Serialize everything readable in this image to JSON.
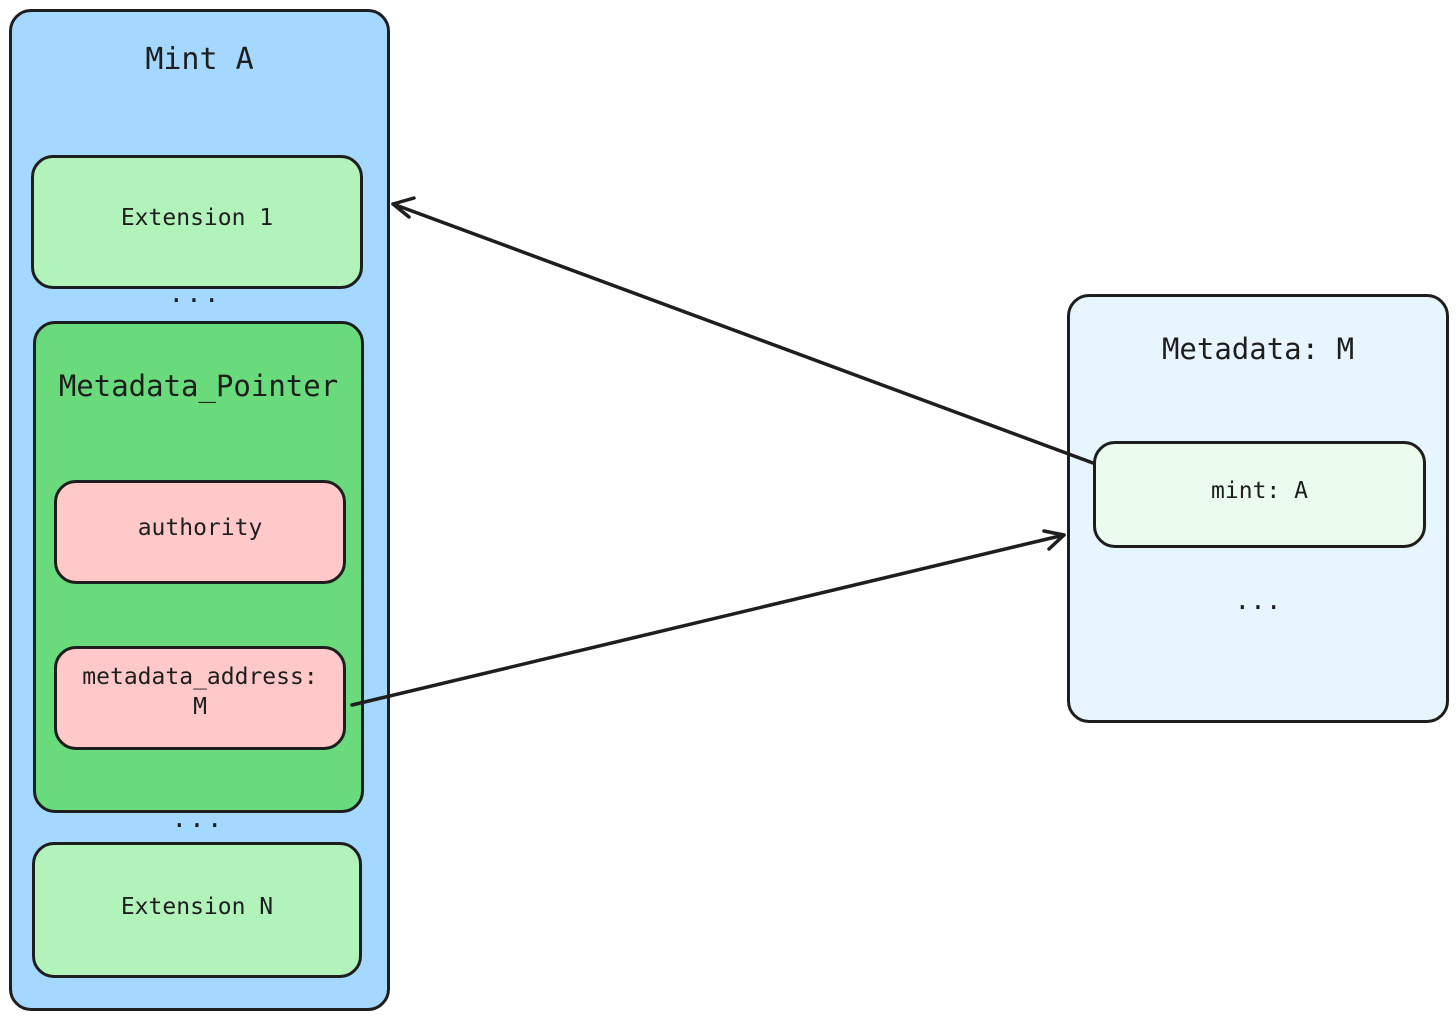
{
  "mint": {
    "title": "Mint A",
    "extension_first": "Extension 1",
    "ellipsis_top": "...",
    "metadata_pointer": {
      "title": "Metadata_Pointer",
      "authority": "authority",
      "metadata_address": "metadata_address:\nM"
    },
    "ellipsis_bottom": "...",
    "extension_last": "Extension N"
  },
  "metadata": {
    "title": "Metadata: M",
    "mint_field": "mint: A",
    "ellipsis": "..."
  },
  "colors": {
    "mint_container": "#a5d8ff",
    "extension": "#b2f2bb",
    "metadata_pointer": "#69db7c",
    "field": "#ffc9c9",
    "metadata_container": "#e7f5ff",
    "metadata_field": "#ebfbee",
    "stroke": "#1e1e1e"
  },
  "connections": [
    {
      "from": "metadata-mint-field",
      "to": "mint-container"
    },
    {
      "from": "metadata-address-field",
      "to": "metadata-container"
    }
  ]
}
